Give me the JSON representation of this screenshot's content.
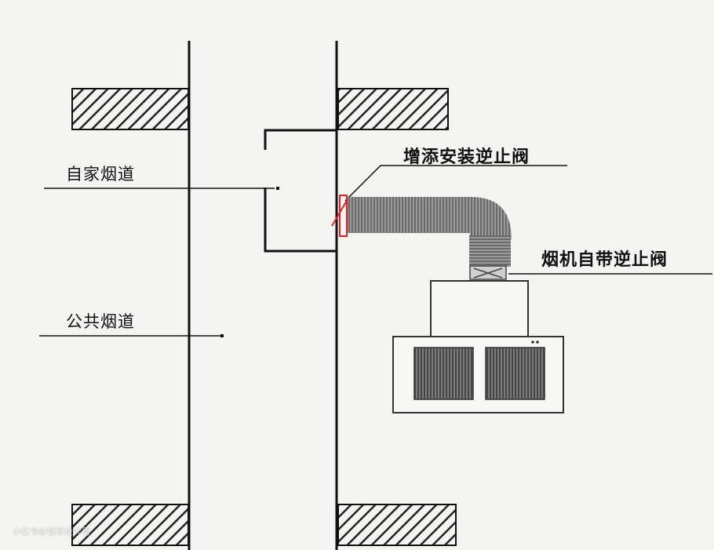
{
  "labels": {
    "own_flue": "自家烟道",
    "public_flue": "公共烟道",
    "added_check_valve": "增添安装逆止阀",
    "builtin_check_valve": "烟机自带逆止阀"
  },
  "watermark": "小红书@智家设计局",
  "colors": {
    "line": "#111111",
    "hatch": "#222222",
    "duct": "#8a8a8a",
    "valve_highlight": "#e02020",
    "grille": "#555555",
    "background": "#f4f4f2"
  }
}
